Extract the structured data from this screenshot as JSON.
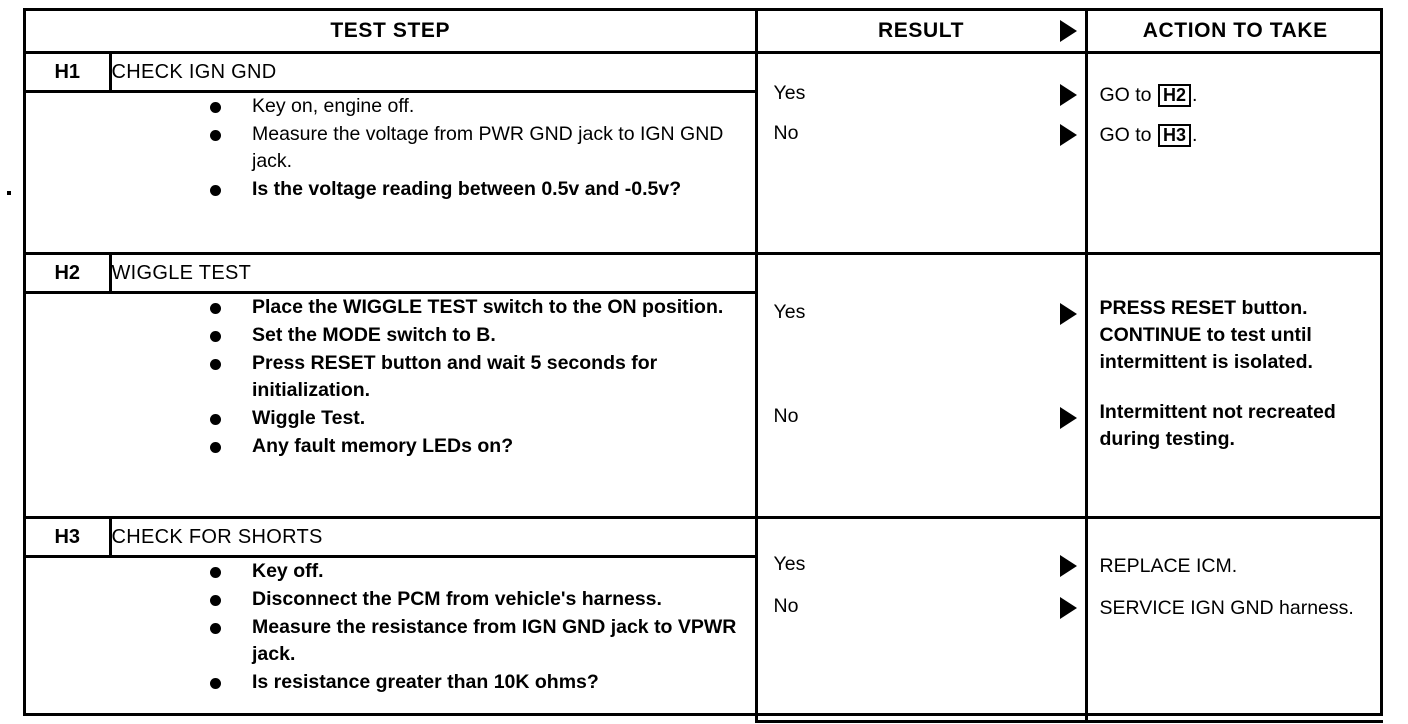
{
  "document": {
    "kind": "diagnostic-test-step-table"
  },
  "header": {
    "test_step": "TEST STEP",
    "result": "RESULT",
    "action": "ACTION TO TAKE",
    "arrow_icon": "right-triangle-icon"
  },
  "steps": [
    {
      "id": "H1",
      "title": "CHECK IGN GND",
      "instructions": [
        {
          "text": "Key on, engine off.",
          "bold": false
        },
        {
          "text": "Measure the voltage from PWR GND jack to IGN GND jack.",
          "bold": false
        },
        {
          "text": "Is the voltage reading between 0.5v and -0.5v?",
          "bold": true
        }
      ],
      "outcomes": [
        {
          "result": "Yes",
          "action_prefix": "GO to ",
          "action_ref": "H2",
          "action_suffix": ".",
          "action_bold": false
        },
        {
          "result": "No",
          "action_prefix": "GO to ",
          "action_ref": "H3",
          "action_suffix": ".",
          "action_bold": false
        }
      ]
    },
    {
      "id": "H2",
      "title": "WIGGLE TEST",
      "instructions": [
        {
          "text": "Place the WIGGLE TEST switch to the ON position.",
          "bold": true
        },
        {
          "text": "Set the MODE switch to B.",
          "bold": true
        },
        {
          "text": "Press RESET button and wait 5 seconds for initialization.",
          "bold": true
        },
        {
          "text": "Wiggle Test.",
          "bold": true
        },
        {
          "text": "Any fault memory LEDs on?",
          "bold": true
        }
      ],
      "outcomes": [
        {
          "result": "Yes",
          "action_prefix": "PRESS RESET button. CONTINUE to test until intermittent is isolated.",
          "action_ref": "",
          "action_suffix": "",
          "action_bold": true
        },
        {
          "result": "No",
          "action_prefix": "Intermittent not recreated during testing.",
          "action_ref": "",
          "action_suffix": "",
          "action_bold": true
        }
      ]
    },
    {
      "id": "H3",
      "title": "CHECK FOR SHORTS",
      "instructions": [
        {
          "text": "Key off.",
          "bold": true
        },
        {
          "text": "Disconnect the PCM from vehicle's harness.",
          "bold": true
        },
        {
          "text": "Measure the resistance from IGN GND jack to VPWR jack.",
          "bold": true
        },
        {
          "text": "Is resistance greater than 10K ohms?",
          "bold": true
        }
      ],
      "outcomes": [
        {
          "result": "Yes",
          "action_prefix": "REPLACE ICM.",
          "action_ref": "",
          "action_suffix": "",
          "action_bold": false
        },
        {
          "result": "No",
          "action_prefix": "SERVICE IGN GND harness.",
          "action_ref": "",
          "action_suffix": "",
          "action_bold": false
        }
      ]
    }
  ],
  "colors": {
    "ink": "#000000",
    "paper": "#ffffff"
  }
}
